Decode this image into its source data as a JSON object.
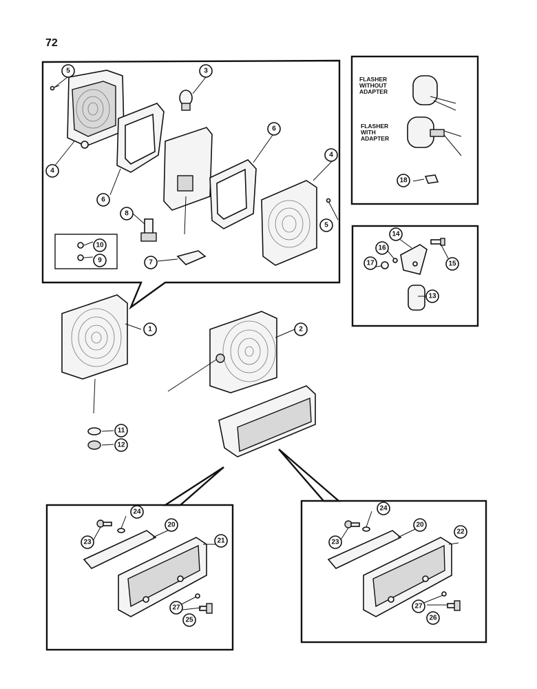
{
  "page_number": "72",
  "flasher_labels": {
    "without_adapter": [
      "FLASHER",
      "WITHOUT",
      "ADAPTER"
    ],
    "with_adapter": [
      "FLASHER",
      "WITH",
      "ADAPTER"
    ]
  },
  "callouts": {
    "c1": "1",
    "c2": "2",
    "c3": "3",
    "c4a": "4",
    "c4b": "4",
    "c5a": "5",
    "c5b": "5",
    "c6a": "6",
    "c6b": "6",
    "c7": "7",
    "c8": "8",
    "c9": "9",
    "c10": "10",
    "c11": "11",
    "c12": "12",
    "c13": "13",
    "c14": "14",
    "c15": "15",
    "c16": "16",
    "c17": "17",
    "c18": "18",
    "c20a": "20",
    "c20b": "20",
    "c21": "21",
    "c22": "22",
    "c23a": "23",
    "c23b": "23",
    "c24a": "24",
    "c24b": "24",
    "c25": "25",
    "c26": "26",
    "c27a": "27",
    "c27b": "27"
  }
}
